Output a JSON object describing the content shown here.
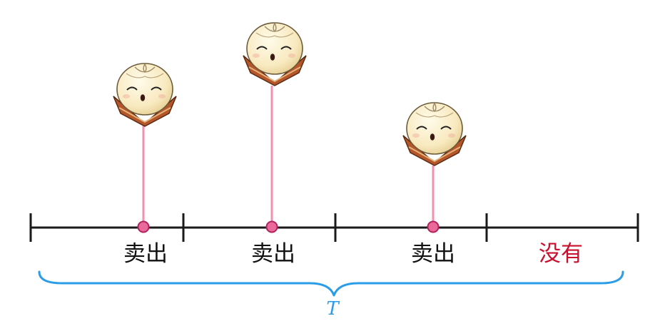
{
  "timeline": {
    "segments": [
      {
        "label": "卖出",
        "sold": true
      },
      {
        "label": "卖出",
        "sold": true
      },
      {
        "label": "卖出",
        "sold": true
      },
      {
        "label": "没有",
        "sold": false
      }
    ]
  },
  "brace": {
    "label": "T"
  },
  "colors": {
    "axis": "#1a1a1a",
    "stem": "#f48fb1",
    "marker_fill": "#e8699a",
    "marker_stroke": "#b0245e",
    "sold_label": "#111111",
    "none_label": "#c8102e",
    "brace": "#2b9de8",
    "bun_body": "#fbf0cf",
    "bun_base": "#b5552a"
  },
  "icons": {
    "item": "steamed-bun-icon"
  }
}
